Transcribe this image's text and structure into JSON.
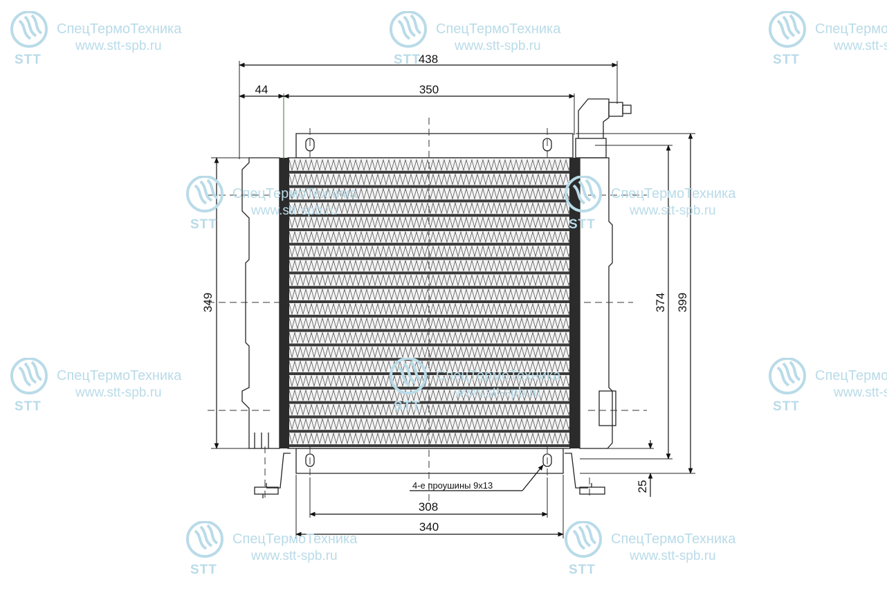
{
  "watermark": {
    "company": "СпецТермоТехника",
    "website": "www.stt-spb.ru",
    "abbr": "STT",
    "color": "#b9dbe8"
  },
  "dimensions": {
    "overall_width": "438",
    "left_offset": "44",
    "core_width": "350",
    "core_height": "349",
    "height_inner": "374",
    "height_outer": "399",
    "bracket_offset": "25",
    "hole_spacing": "308",
    "bracket_width": "340"
  },
  "annotation": {
    "mounting_holes": "4-е проушины 9х13"
  }
}
